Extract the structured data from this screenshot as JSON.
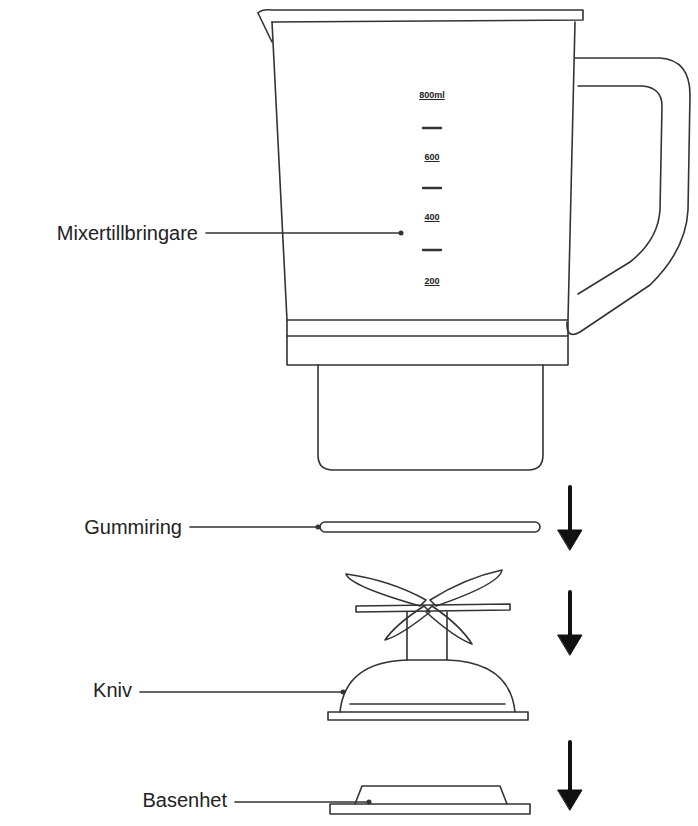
{
  "diagram": {
    "labels": [
      "Mixertillbringare",
      "800ml",
      "600",
      "400",
      "200",
      "Gummiring",
      "Kniv",
      "Basenhet"
    ]
  }
}
